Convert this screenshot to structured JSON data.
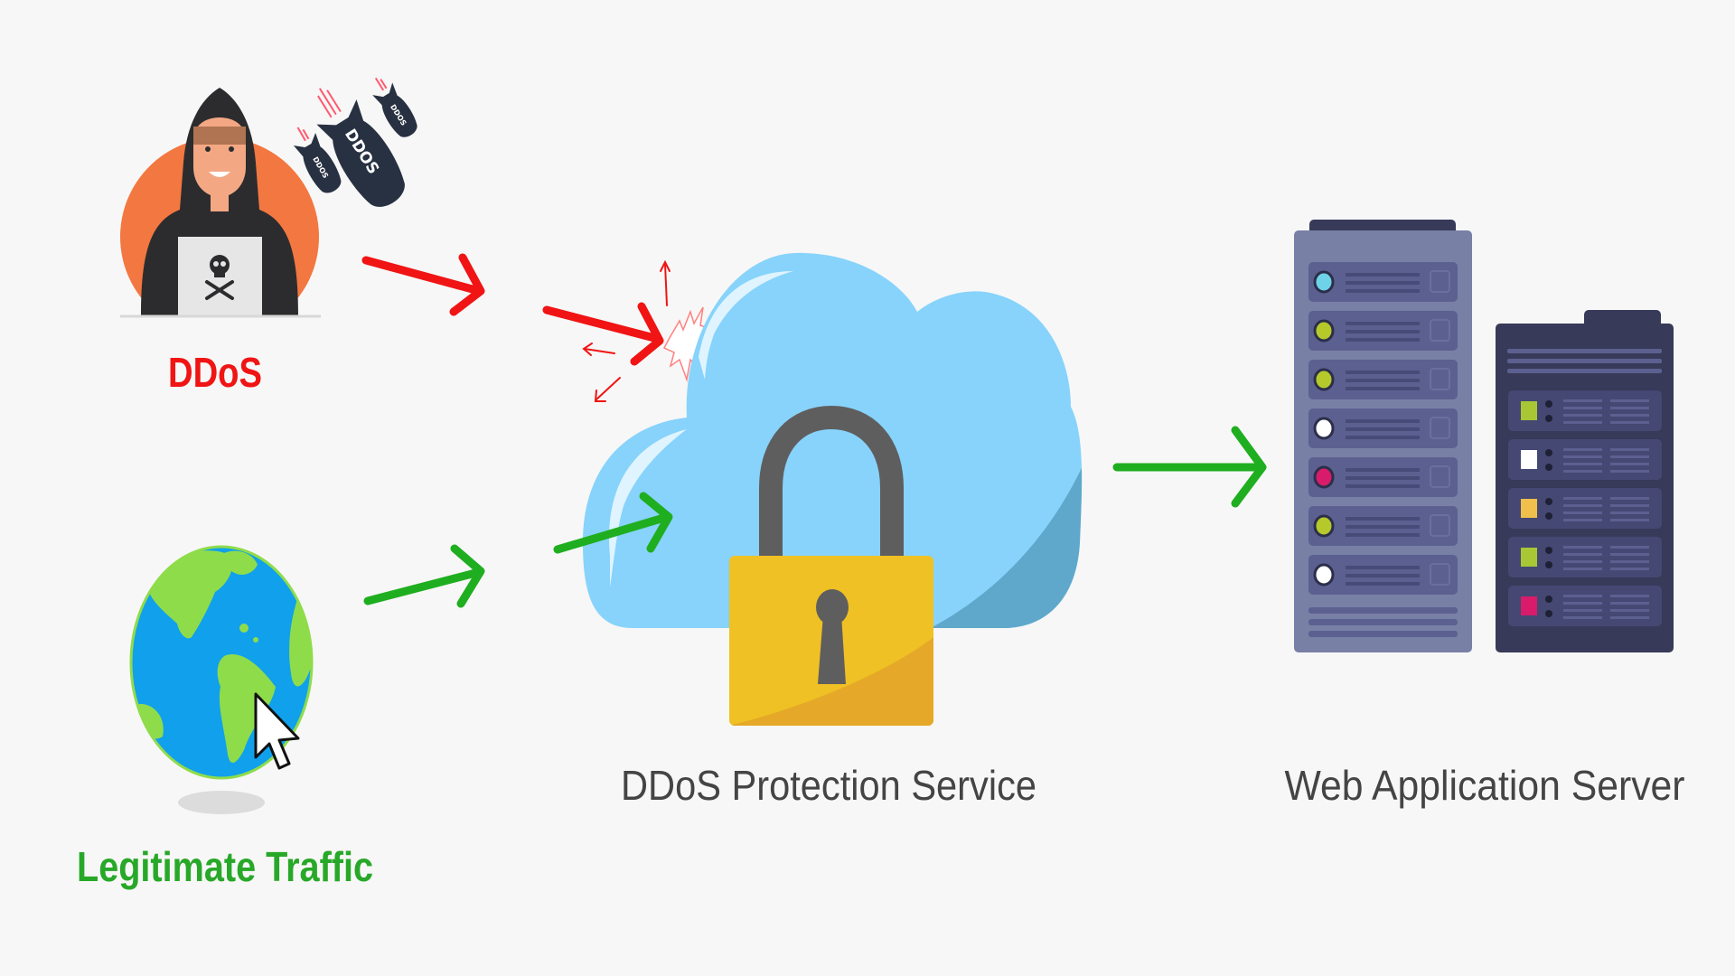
{
  "diagram": {
    "title": "DDoS protection flow",
    "nodes": {
      "attacker": {
        "label": "DDoS",
        "icon": "hacker-icon",
        "color": "#f01414"
      },
      "legit": {
        "label": "Legitimate Traffic",
        "icon": "globe-icon",
        "color": "#28a828"
      },
      "protection": {
        "label": "DDoS Protection Service",
        "icon": "cloud-lock-icon",
        "color": "#444444"
      },
      "server": {
        "label": "Web Application Server",
        "icon": "server-rack-icon",
        "color": "#444444"
      }
    },
    "bombs": {
      "big": "DDOS",
      "small_left": "DDOS",
      "small_right": "DDOS"
    },
    "edges": [
      {
        "from": "attacker",
        "to": "protection",
        "type": "blocked",
        "color": "#f01414"
      },
      {
        "from": "legit",
        "to": "protection",
        "type": "allowed",
        "color": "#1fae1f"
      },
      {
        "from": "protection",
        "to": "server",
        "type": "allowed",
        "color": "#1fae1f"
      }
    ],
    "colors": {
      "background": "#f7f7f7",
      "cloud": "#87d3fb",
      "cloud_shade": "#5fa8cc",
      "lock_body": "#efc124",
      "lock_shackle": "#5f5e5e",
      "server_light": "#7980a6",
      "server_dark": "#373a58",
      "hacker_circle": "#f37740"
    },
    "server_leds": {
      "tower": [
        "#6fd3e8",
        "#b5c92b",
        "#b5c92b",
        "#ffffff",
        "#d81c6b",
        "#b5c92b",
        "#ffffff"
      ],
      "cabinet": [
        "#a9c734",
        "#ffffff",
        "#f1c04c",
        "#a9c734",
        "#d81c6b"
      ]
    }
  }
}
